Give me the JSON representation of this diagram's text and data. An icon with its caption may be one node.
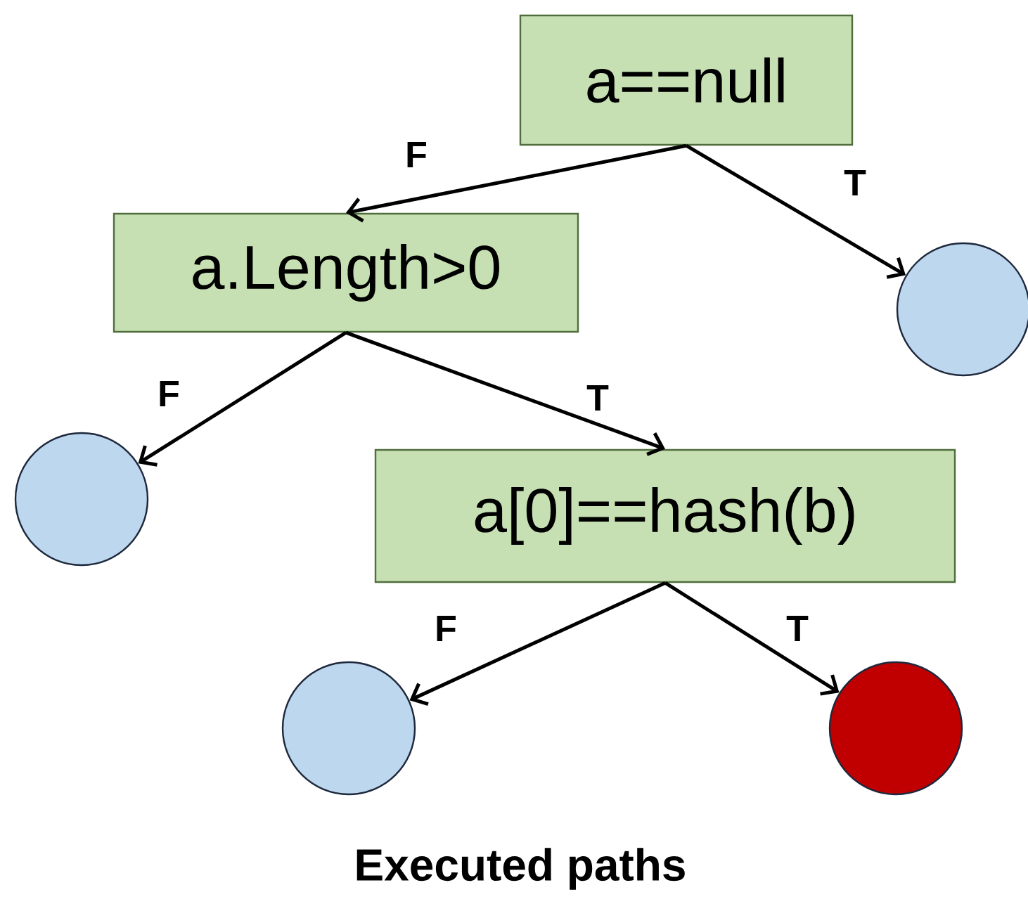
{
  "diagram": {
    "caption": "Executed paths",
    "nodes": [
      {
        "text": [
          "a==null"
        ]
      },
      {
        "text": [
          "a.Length>0"
        ]
      },
      {
        "text": [],
        "shape": "circle"
      },
      {
        "text": [],
        "shape": "circle"
      },
      {
        "text": [
          "a[0]==hash(b)"
        ]
      },
      {
        "text": [],
        "shape": "circle"
      },
      {
        "text": [],
        "shape": "circle"
      }
    ],
    "edges": [
      {
        "from": 0,
        "to": 1,
        "arrow": "to",
        "label": "F"
      },
      {
        "from": 0,
        "to": 2,
        "arrow": "to",
        "label": "T"
      },
      {
        "from": 1,
        "to": 3,
        "arrow": "to",
        "label": "F"
      },
      {
        "from": 1,
        "to": 4,
        "arrow": "to",
        "label": "T"
      },
      {
        "from": 4,
        "to": 5,
        "arrow": "to",
        "label": "F"
      },
      {
        "from": 4,
        "to": 6,
        "arrow": "to",
        "label": "T"
      }
    ]
  }
}
